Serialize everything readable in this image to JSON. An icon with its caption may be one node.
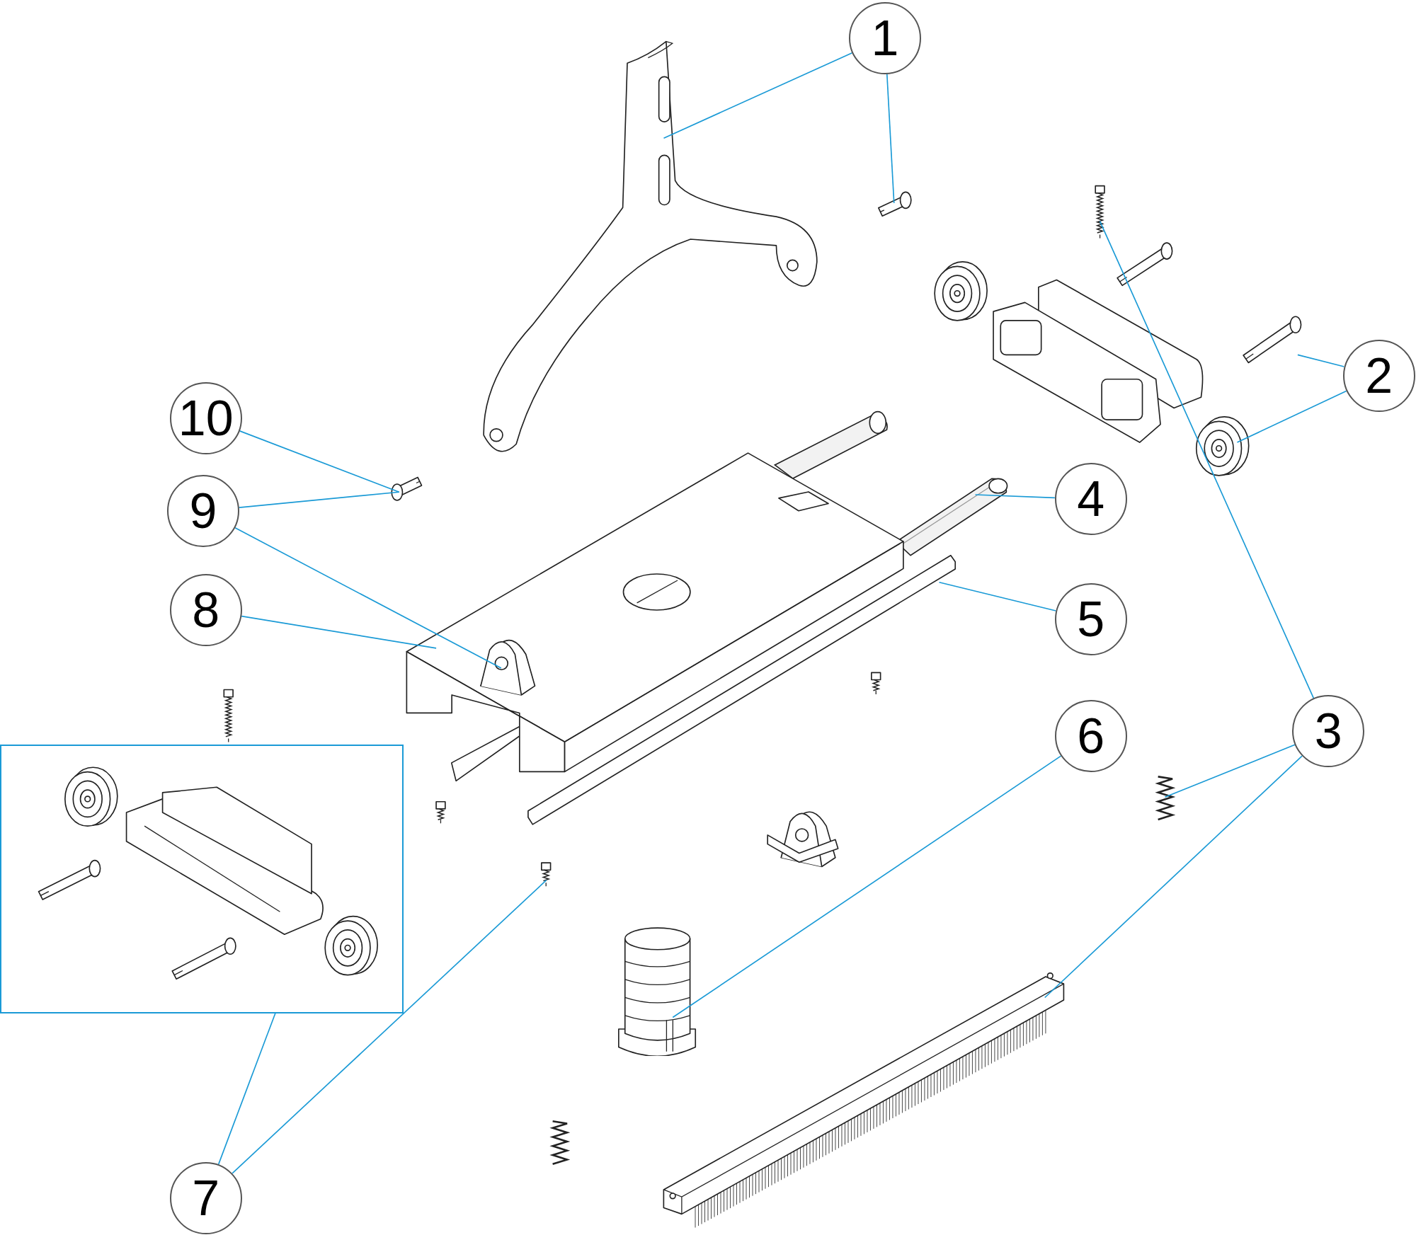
{
  "diagram": {
    "nodes": [
      {
        "text": [
          "1"
        ]
      },
      {
        "text": [
          "2"
        ]
      },
      {
        "text": [
          "3"
        ]
      },
      {
        "text": [
          "4"
        ]
      },
      {
        "text": [
          "5"
        ]
      },
      {
        "text": [
          "6"
        ]
      },
      {
        "text": [
          "7"
        ]
      },
      {
        "text": [
          "8"
        ]
      },
      {
        "text": [
          "9"
        ]
      },
      {
        "text": [
          "10"
        ]
      },
      {
        "text": [],
        "shape": "picture"
      },
      {
        "text": [],
        "shape": "picture"
      },
      {
        "text": [],
        "shape": "picture"
      },
      {
        "text": [],
        "shape": "picture"
      },
      {
        "text": [],
        "shape": "picture"
      },
      {
        "text": [],
        "shape": "picture"
      },
      {
        "text": [],
        "shape": "picture"
      },
      {
        "text": [],
        "shape": "picture"
      },
      {
        "text": [],
        "shape": "picture",
        "in": 17
      },
      {
        "text": [],
        "shape": "picture"
      },
      {
        "text": [],
        "shape": "picture"
      },
      {
        "text": [],
        "shape": "picture"
      },
      {
        "text": [],
        "shape": "picture"
      },
      {
        "text": [],
        "shape": "box"
      },
      {
        "text": [],
        "shape": "picture"
      }
    ],
    "edges": [
      {
        "from": 0,
        "to": 10,
        "arrow": "none"
      },
      {
        "from": 0,
        "to": 11,
        "arrow": "none"
      },
      {
        "from": 1,
        "to": 13,
        "arrow": "none"
      },
      {
        "from": 1,
        "to": 14,
        "arrow": "none"
      },
      {
        "from": 2,
        "to": 12,
        "arrow": "none"
      },
      {
        "from": 2,
        "to": 20,
        "arrow": "none"
      },
      {
        "from": 2,
        "to": 21,
        "arrow": "none"
      },
      {
        "from": 3,
        "to": 15,
        "arrow": "none"
      },
      {
        "from": 4,
        "to": 16,
        "arrow": "none"
      },
      {
        "from": 5,
        "to": 22,
        "arrow": "none"
      },
      {
        "from": 6,
        "to": 23,
        "arrow": "none"
      },
      {
        "from": 6,
        "to": 24,
        "arrow": "none"
      },
      {
        "from": 7,
        "to": 17,
        "arrow": "none"
      },
      {
        "from": 8,
        "to": 19,
        "arrow": "none"
      },
      {
        "from": 8,
        "to": 18,
        "arrow": "none"
      },
      {
        "from": 9,
        "to": 19,
        "arrow": "none"
      }
    ]
  }
}
